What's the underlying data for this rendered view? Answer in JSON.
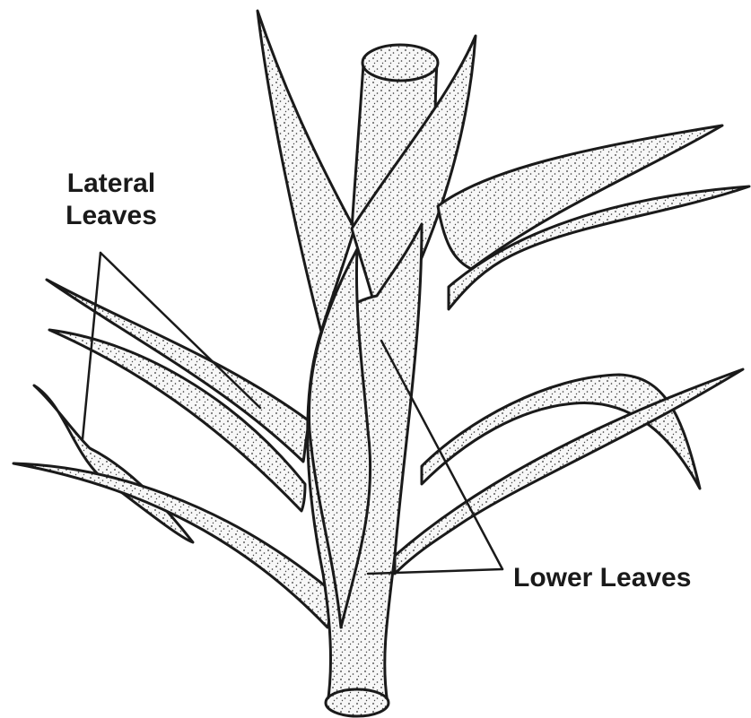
{
  "labels": {
    "lateral_line1": "Lateral",
    "lateral_line2": "Leaves",
    "lower": "Lower Leaves"
  },
  "colors": {
    "ink": "#1a1a1a",
    "paper": "#ffffff",
    "leaf_fill": "#f3f3f3"
  }
}
